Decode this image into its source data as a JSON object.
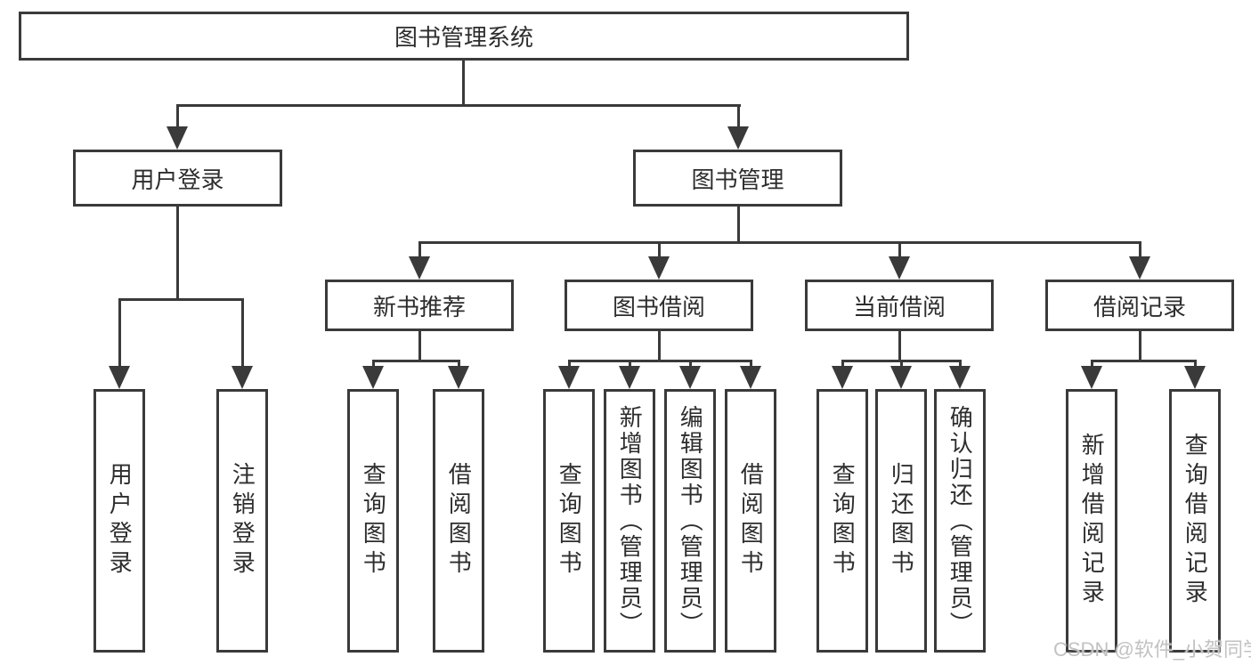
{
  "diagram": {
    "title": "图书管理系统",
    "level2": {
      "user_login": "用户登录",
      "book_mgmt": "图书管理"
    },
    "level3": {
      "new_books": "新书推荐",
      "borrow": "图书借阅",
      "current": "当前借阅",
      "records": "借阅记录"
    },
    "leaves": {
      "user_login": [
        "用户登录",
        "注销登录"
      ],
      "new_books": [
        "查询图书",
        "借阅图书"
      ],
      "borrow": [
        "查询图书",
        "新增图书（管理员）",
        "编辑图书（管理员）",
        "借阅图书"
      ],
      "current": [
        "查询图书",
        "归还图书",
        "确认归还（管理员）"
      ],
      "records": [
        "新增借阅记录",
        "查询借阅记录"
      ]
    }
  },
  "watermark": "CSDN @软件_小贺同学",
  "colors": {
    "line": "#3a3a3a",
    "text": "#2d2d2d",
    "watermark": "#c2c2c2",
    "background": "#ffffff"
  }
}
